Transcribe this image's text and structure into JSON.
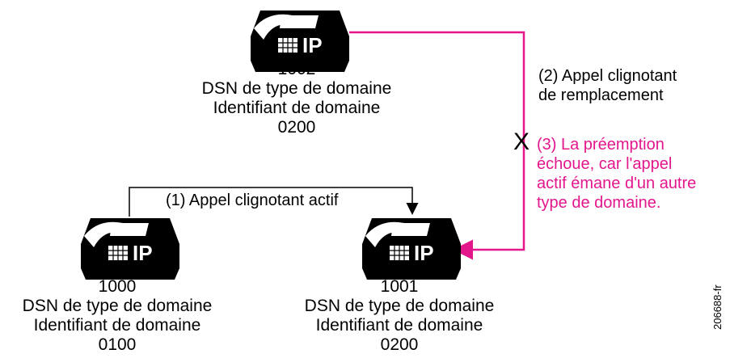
{
  "phones": [
    {
      "number": "1002",
      "line1": "DSN de type de domaine",
      "line2": "Identifiant de domaine",
      "domain": "0200",
      "badge": "IP"
    },
    {
      "number": "1000",
      "line1": "DSN de type de domaine",
      "line2": "Identifiant de domaine",
      "domain": "0100",
      "badge": "IP"
    },
    {
      "number": "1001",
      "line1": "DSN de type de domaine",
      "line2": "Identifiant de domaine",
      "domain": "0200",
      "badge": "IP"
    }
  ],
  "step1": "(1) Appel clignotant actif",
  "step2": {
    "line1": "(2) Appel clignotant",
    "line2": "de remplacement"
  },
  "step3": {
    "line1": "(3) La préemption",
    "line2": "échoue, car l'appel",
    "line3": "actif émane d'un autre",
    "line4": "type de domaine."
  },
  "fail_mark": "X",
  "figure_code": "206688-fr",
  "colors": {
    "pink": "#e3168c",
    "black": "#000000"
  }
}
